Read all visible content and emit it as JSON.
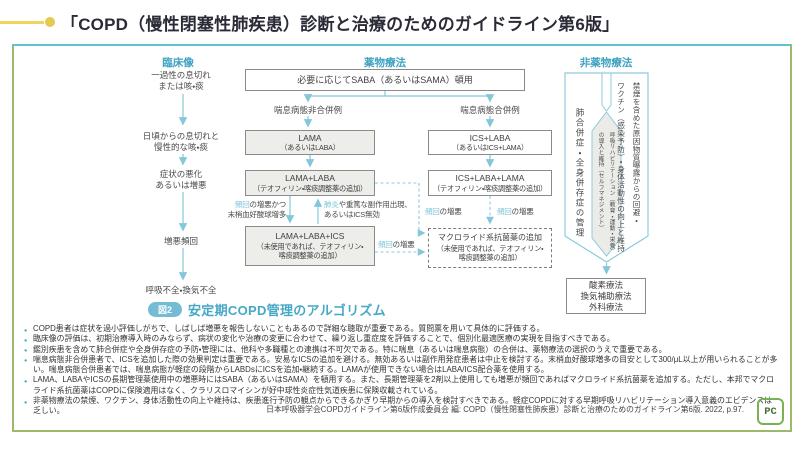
{
  "colors": {
    "accent_yellow": "#e7c94e",
    "header_teal": "#3fa3c2",
    "highlight_cyan": "#79c3da",
    "panel_border_green": "#9cba6e",
    "arrow_blue": "#85c7da"
  },
  "title": "「COPD（慢性閉塞性肺疾患）診断と治療のためのガイドライン第6版」",
  "figure": {
    "caption_badge": "図2",
    "caption": "安定期COPD管理のアルゴリズム",
    "clinical": {
      "header": "臨床像",
      "stages": [
        "一過性の息切れ\nまたは咳・痰",
        "日頃からの息切れと\n慢性的な咳・痰",
        "症状の悪化\nあるいは増悪",
        "増悪頻回",
        "呼吸不全・換気不全"
      ]
    },
    "pharma": {
      "header": "薬物療法",
      "saba_box": "必要に応じてSABA（あるいはSAMA）頓用",
      "branch_no_asthma": "喘息病態非合併例",
      "branch_asthma": "喘息病態合併例",
      "boxes": {
        "lama": {
          "title": "LAMA",
          "sub": "（あるいはLABA）"
        },
        "ics_laba": {
          "title": "ICS+LABA",
          "sub": "（あるいはICS+LAMA）"
        },
        "lama_laba": {
          "title": "LAMA+LABA",
          "sub": "（テオフィリン・喀痰調整薬の追加）"
        },
        "ics_laba_lama": {
          "title": "ICS+LABA+LAMA",
          "sub": "（テオフィリン・喀痰調整薬の追加）"
        },
        "lama_laba_ics": {
          "title": "LAMA+LABA+ICS",
          "sub": "（未使用であれば、テオフィリン・\n喀痰調整薬の追加）"
        },
        "macrolide": {
          "title": "マクロライド系抗菌薬の追加",
          "sub": "（未使用であれば、テオフィリン・\n喀痰調整薬の追加）"
        }
      },
      "labels": {
        "freq_hl": "頻回",
        "freq_rest": "の増悪",
        "escalate_rest": "の増悪かつ",
        "escalate_line2": "末梢血好酸球増多",
        "pneumonia_hl": "肺炎",
        "deescalate_rest": "や重篤な副作用出現、",
        "deescalate_line2": "あるいはICS無効"
      }
    },
    "nonpharma": {
      "header": "非薬物療法",
      "comorbidity": "肺合併症・全身併存症の管理",
      "avoidance_line1": "禁煙を含めた原因物質曝露からの回避・",
      "avoidance_line2": "ワクチン（感染予防）・身体活動性の向上と維持",
      "rehab_line1": "呼吸リハビリテーション（教育・運動・栄養）",
      "rehab_line2": "の導入と維持（セルフマネジメント）",
      "therapy_box": "酸素療法\n換気補助療法\n外科療法"
    }
  },
  "notes": [
    "COPD患者は症状を過小評価しがちで、しばしば増悪を報告しないこともあるので詳細な聴取が重要である。質問票を用いて具体的に評価する。",
    "臨床像の評価は、初期治療導入時のみならず、病状の変化や治療の変更に合わせて、繰り返し重症度を評価することで、個別化最適医療の実現を目指すべきである。",
    "鑑別疾患を含めて肺合併症や全身併存症の予防・管理には、他科や多職種との連携は不可欠である。特に喘息（あるいは喘息病態）の合併は、薬物療法の選択のうえで重要である。",
    "喘息病態非合併患者で、ICSを追加した際の効果判定は重要である。安易なICSの追加を避ける。無効あるいは副作用発症患者は中止を検討する。末梢血好酸球増多の目安として300/μL以上が用いられることが多い。喘息病態合併患者では、喘息病態が軽症の段階からLABDsにICSを追加・継続する。LAMAが使用できない場合はLABA/ICS配合薬を使用する。",
    "LAMA、LABAやICSの長期管理薬使用中の増悪時にはSABA（あるいはSAMA）を頓用する。また、長期管理薬を2剤以上使用しても増悪が頻回であればマクロライド系抗菌薬を追加する。ただし、本邦でマクロライド系抗菌薬はCOPDに保険適用はなく、クラリスロマイシンが好中球性炎症性気道疾患に保険収載されている。",
    "非薬物療法の禁煙、ワクチン、身体活動性の向上や維持は、疾患進行予防の観点からできるかぎり早期からの導入を検討すべきである。軽症COPDに対する早期呼吸リハビリテーション導入意義のエビデンスは乏しい。"
  ],
  "citation": "日本呼吸器学会COPDガイドライン第6版作成委員会 編: COPD（慢性閉塞性肺疾患）診断と治療のためのガイドライン第6版. 2022, p.97.",
  "logo": "PC"
}
